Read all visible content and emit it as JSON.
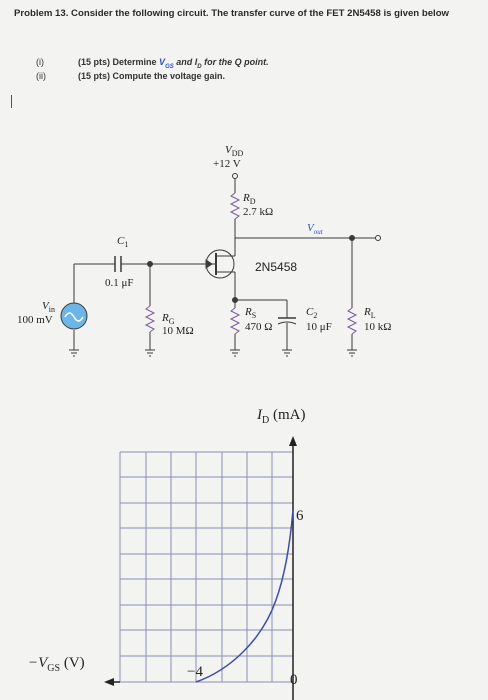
{
  "problem": {
    "title": "Problem 13. Consider the following circuit. The transfer curve of the FET 2N5458 is given below",
    "parts": [
      {
        "num": "(i)",
        "pts": "(15 pts) Determine",
        "var1": "V",
        "var1_sub": "GS",
        "mid": " and ",
        "var2": "I",
        "var2_sub": "D",
        "rest": " for the Q point."
      },
      {
        "num": "(ii)",
        "pts": "(15 pts) Compute the voltage gain.",
        "var1": "",
        "var1_sub": "",
        "mid": "",
        "var2": "",
        "var2_sub": "",
        "rest": ""
      }
    ]
  },
  "circuit": {
    "vdd_label": "V",
    "vdd_sub": "DD",
    "vdd_value": "+12 V",
    "rd_label": "R",
    "rd_sub": "D",
    "rd_value": "2.7 kΩ",
    "vout_label": "V",
    "vout_sub": "out",
    "c1_label": "C",
    "c1_sub": "1",
    "c1_value": "0.1 μF",
    "fet_label": "2N5458",
    "vin_label": "V",
    "vin_sub": "in",
    "vin_value": "100 mV",
    "rg_label": "R",
    "rg_sub": "G",
    "rg_value": "10 MΩ",
    "rs_label": "R",
    "rs_sub": "S",
    "rs_value": "470 Ω",
    "c2_label": "C",
    "c2_sub": "2",
    "c2_value": "10 μF",
    "rl_label": "R",
    "rl_sub": "L",
    "rl_value": "10 kΩ"
  },
  "graph": {
    "y_axis_label": "I",
    "y_axis_sub": "D",
    "y_axis_unit": " (mA)",
    "x_axis_label": "−V",
    "x_axis_sub": "GS",
    "x_axis_unit": " (V)",
    "y_tick": "6",
    "x_tick_left": "−4",
    "x_tick_zero": "0"
  },
  "colors": {
    "source_blue": "#6bb6e6",
    "grid_line": "#8a8fb4",
    "curve": "#3f4fa8",
    "blue_text": "#2f52c8"
  }
}
